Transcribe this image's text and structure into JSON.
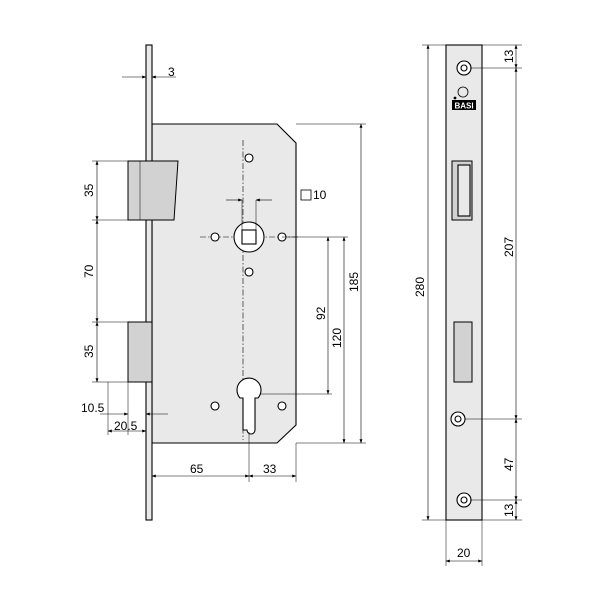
{
  "brand": "BASI",
  "dimensions": {
    "faceplate_thickness": "3",
    "latch_height": "35",
    "latch_to_bolt": "70",
    "bolt_height": "35",
    "bolt_throw_inner": "10.5",
    "bolt_throw_outer": "20.5",
    "spindle_square": "10",
    "spindle_to_cylinder": "92",
    "spindle_to_bottom": "120",
    "case_height": "185",
    "backset": "65",
    "cylinder_to_back": "33",
    "faceplate_length": "280",
    "screw_top_offset": "13",
    "screw_spacing": "207",
    "screw_lower_spacing": "47",
    "screw_bottom_offset": "13",
    "faceplate_width": "20"
  }
}
